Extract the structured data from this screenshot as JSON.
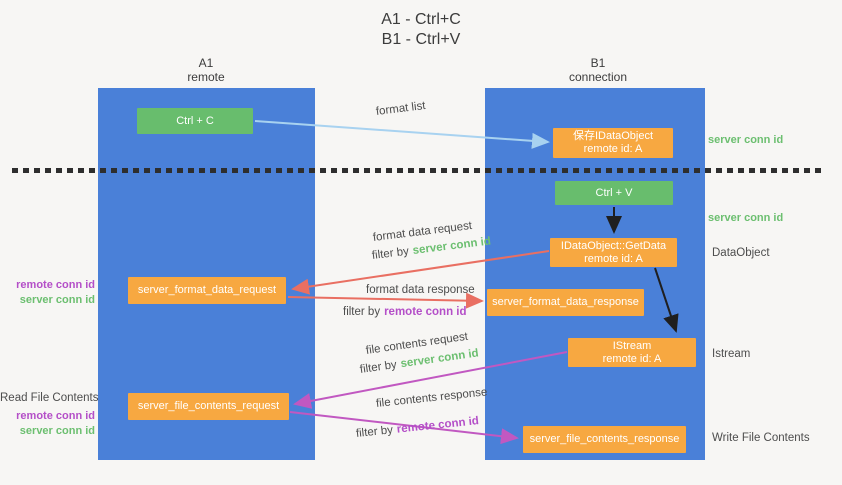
{
  "title": {
    "line1": "A1 - Ctrl+C",
    "line2": "B1 - Ctrl+V"
  },
  "columns": {
    "left": {
      "header_line1": "A1",
      "header_line2": "remote"
    },
    "right": {
      "header_line1": "B1",
      "header_line2": "connection"
    }
  },
  "nodes": {
    "ctrl_c": "Ctrl + C",
    "save_idataobject": {
      "line1": "保存IDataObject",
      "line2": "remote id: A"
    },
    "ctrl_v": "Ctrl + V",
    "getdata": {
      "line1": "IDataObject::GetData",
      "line2": "remote id: A"
    },
    "format_request": "server_format_data_request",
    "format_response": "server_format_data_response",
    "istream": {
      "line1": "IStream",
      "line2": "remote id: A"
    },
    "file_request": "server_file_contents_request",
    "file_response": "server_file_contents_response"
  },
  "edge_labels": {
    "format_list": "format list",
    "format_data_request": "format data request",
    "format_data_response": "format data response",
    "file_contents_request": "file contents request",
    "file_contents_response": "file contents response",
    "filter_by": "filter by"
  },
  "common": {
    "server_conn_id": "server conn id",
    "remote_conn_id": "remote conn id"
  },
  "annotations": {
    "right": {
      "server_conn_id_top": "server conn id",
      "server_conn_id_mid": "server conn id",
      "dataobject": "DataObject",
      "istream": "Istream",
      "write_file_contents": "Write File Contents"
    },
    "left": {
      "read_file_contents": "Read File Contents"
    }
  },
  "colors": {
    "column_blue": "#4a80d8",
    "node_green": "#68bd6d",
    "node_orange": "#f7a841",
    "text_green": "#6cbf70",
    "text_purple": "#b44fc8",
    "arrow_light_blue": "#a8d2f0",
    "arrow_salmon": "#e96f62",
    "arrow_magenta": "#c158c1",
    "arrow_black": "#1f1f1f"
  }
}
